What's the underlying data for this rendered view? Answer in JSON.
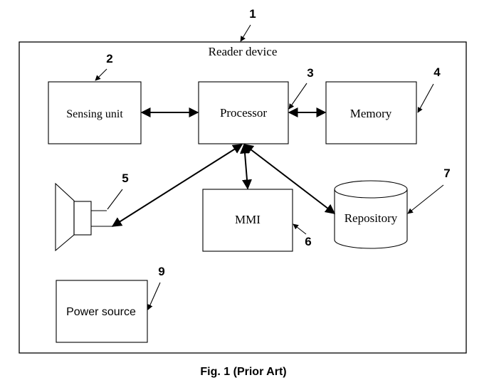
{
  "figure": {
    "caption": "Fig. 1 (Prior Art)",
    "container": {
      "label": "Reader device",
      "ref": "1"
    },
    "blocks": {
      "sensing": {
        "label": "Sensing unit",
        "ref": "2"
      },
      "processor": {
        "label": "Processor",
        "ref": "3"
      },
      "memory": {
        "label": "Memory",
        "ref": "4"
      },
      "speaker": {
        "ref": "5"
      },
      "mmi": {
        "label": "MMI",
        "ref": "6"
      },
      "repository": {
        "label": "Repository",
        "ref": "7"
      },
      "power": {
        "label": "Power source",
        "ref": "9"
      }
    },
    "colors": {
      "stroke": "#000000",
      "background": "#ffffff"
    }
  }
}
